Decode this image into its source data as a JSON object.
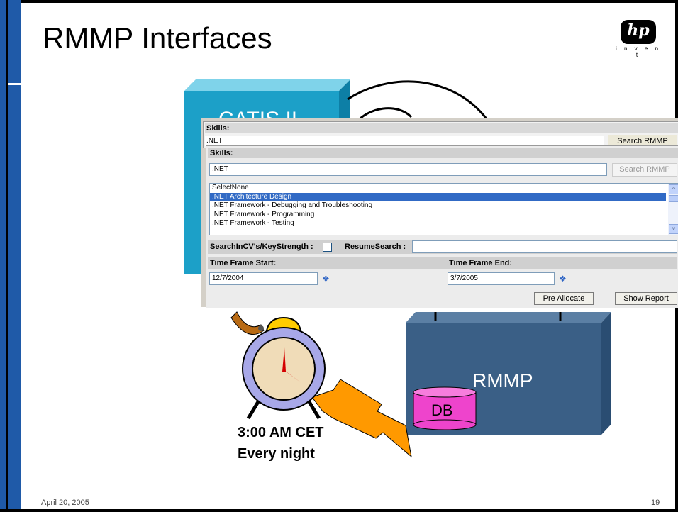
{
  "slide": {
    "title": "RMMP Interfaces",
    "footer_date": "April 20, 2005",
    "page_number": "19",
    "logo_text": "hp",
    "logo_tagline": "i n v e n t"
  },
  "diagram": {
    "catis_label": "CATIS II",
    "rmmp_label": "RMMP",
    "db_label": "DB",
    "clock_time": "3:00 AM CET",
    "clock_freq": "Every night",
    "colors": {
      "catis": "#1ca0c8",
      "rmmp": "#3a5f86",
      "db": "#ee44cc",
      "arrow": "#ff9900",
      "clock_ring": "#a8a8e8",
      "clock_face": "#f0dcb8",
      "bell": "#ffcc00"
    }
  },
  "back_panel": {
    "header": "Skills:",
    "input_value": ".NET",
    "button_label": "Search RMMP"
  },
  "form": {
    "skills_label": "Skills:",
    "skills_value": ".NET",
    "search_button": "Search RMMP",
    "list_items": [
      "SelectNone",
      ".NET Architecture Design",
      ".NET Framework - Debugging and Troubleshooting",
      ".NET Framework - Programming",
      ".NET Framework - Testing"
    ],
    "selected_index": 1,
    "search_cv_label": "SearchInCV's/KeyStrength :",
    "resume_search_label": "ResumeSearch :",
    "resume_search_value": "",
    "tf_start_label": "Time Frame Start:",
    "tf_end_label": "Time Frame End:",
    "tf_start_value": "12/7/2004",
    "tf_end_value": "3/7/2005",
    "pre_allocate_button": "Pre Allocate",
    "show_report_button": "Show Report",
    "calendar_icon": "calendar-icon",
    "scroll_up_glyph": "^",
    "scroll_down_glyph": "v"
  }
}
